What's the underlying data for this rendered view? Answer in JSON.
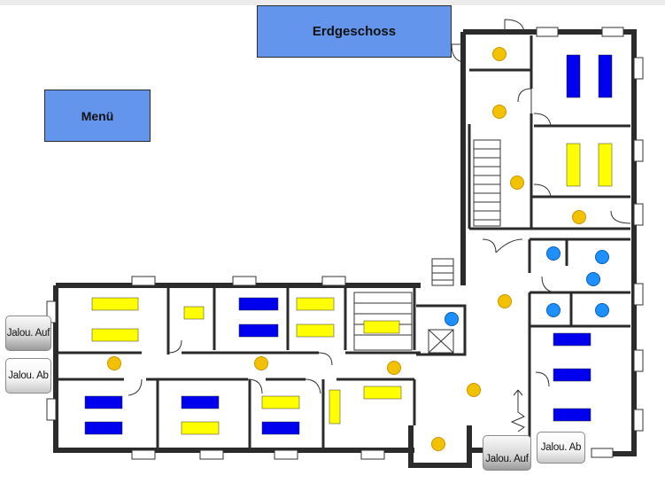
{
  "header": {
    "title_button": "Erdgeschoss"
  },
  "nav": {
    "menu_button": "Menü"
  },
  "controls": {
    "left_up": "Jalou. Auf",
    "left_down": "Jalou. Ab",
    "bottom_up": "Jalou. Auf",
    "bottom_down": "Jalou. Ab"
  },
  "colors": {
    "nav_button": "#6495ed",
    "lamp": "#f2c200",
    "sensor": "#1e8fff",
    "window_blind_open": "#ffff00",
    "window_blind_closed": "#0000ee",
    "wall": "#2b2b2b"
  },
  "icons": {
    "lamp": "yellow-circle",
    "sensor": "blue-circle",
    "blind": "rectangle"
  }
}
